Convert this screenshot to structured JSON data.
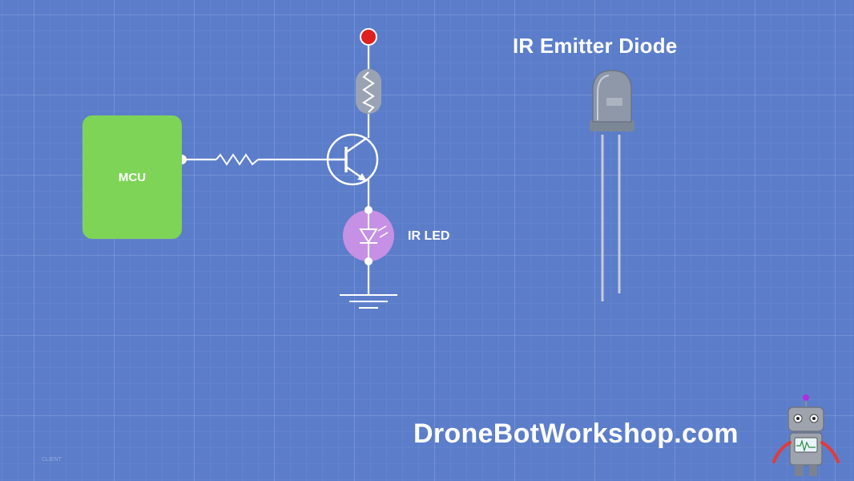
{
  "diagram": {
    "title": "IR Emitter Diode",
    "mcu_label": "MCU",
    "led_label": "IR LED",
    "brand": "DroneBotWorkshop.com",
    "watermark": "CLIENT"
  },
  "colors": {
    "background": "#5b7dca",
    "mcu": "#7ed456",
    "led": "#c690e4",
    "resistor_body": "#9aa3b4",
    "supply_dot": "#e02020",
    "wire": "#ffffff"
  },
  "icons": [
    "robot-mascot-icon",
    "ir-emitter-diode-icon"
  ]
}
